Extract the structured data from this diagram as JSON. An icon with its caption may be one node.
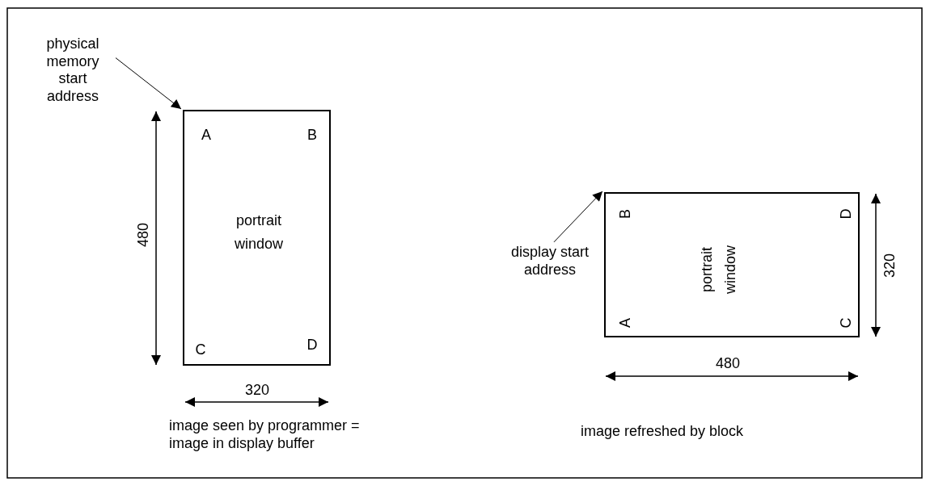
{
  "diagram": {
    "nodes": [
      {
        "text": [
          "A",
          "B",
          "portrait window",
          "C",
          "D"
        ]
      },
      {
        "text": [
          "physical memory start address"
        ]
      },
      {
        "text": [
          "B",
          "D",
          "portrait window",
          "A",
          "C"
        ]
      },
      {
        "text": [
          "display start address"
        ]
      }
    ],
    "edges": [
      {
        "from": 1,
        "to": 0,
        "arrow": "to"
      },
      {
        "from": 3,
        "to": 2,
        "arrow": "to"
      }
    ],
    "labels": [
      "480",
      "320",
      "image seen by programmer = image in display buffer",
      "320",
      "480",
      "image refreshed by block"
    ]
  }
}
